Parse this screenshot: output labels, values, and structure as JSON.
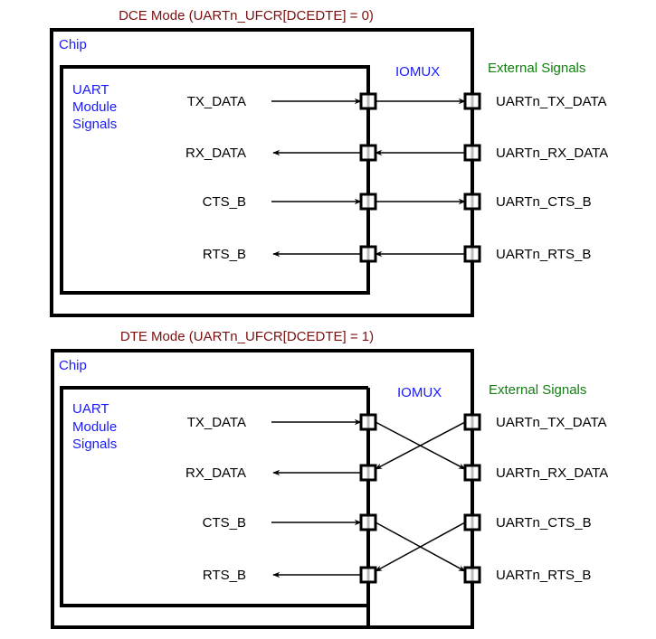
{
  "diagrams": [
    {
      "id": "dce",
      "title": "DCE Mode (UARTn_UFCR[DCEDTE] = 0)",
      "chip_label": "Chip",
      "module_label": [
        "UART",
        "Module",
        "Signals"
      ],
      "iomux_label": "IOMUX",
      "external_label": "External Signals",
      "internal_signals": [
        {
          "name": "TX_DATA",
          "direction": "out"
        },
        {
          "name": "RX_DATA",
          "direction": "in"
        },
        {
          "name": "CTS_B",
          "direction": "out"
        },
        {
          "name": "RTS_B",
          "direction": "in"
        }
      ],
      "external_signals": [
        "UARTn_TX_DATA",
        "UARTn_RX_DATA",
        "UARTn_CTS_B",
        "UARTn_RTS_B"
      ],
      "connections": "straight"
    },
    {
      "id": "dte",
      "title": "DTE Mode (UARTn_UFCR[DCEDTE] = 1)",
      "chip_label": "Chip",
      "module_label": [
        "UART",
        "Module",
        "Signals"
      ],
      "iomux_label": "IOMUX",
      "external_label": "External Signals",
      "internal_signals": [
        {
          "name": "TX_DATA",
          "direction": "out"
        },
        {
          "name": "RX_DATA",
          "direction": "in"
        },
        {
          "name": "CTS_B",
          "direction": "out"
        },
        {
          "name": "RTS_B",
          "direction": "in"
        }
      ],
      "external_signals": [
        "UARTn_TX_DATA",
        "UARTn_RX_DATA",
        "UARTn_CTS_B",
        "UARTn_RTS_B"
      ],
      "connections": "crossed"
    }
  ],
  "colors": {
    "title": "#7a1010",
    "label_blue": "#1a1aff",
    "label_green": "#108010",
    "pad_fill": "#bdbdbd"
  }
}
